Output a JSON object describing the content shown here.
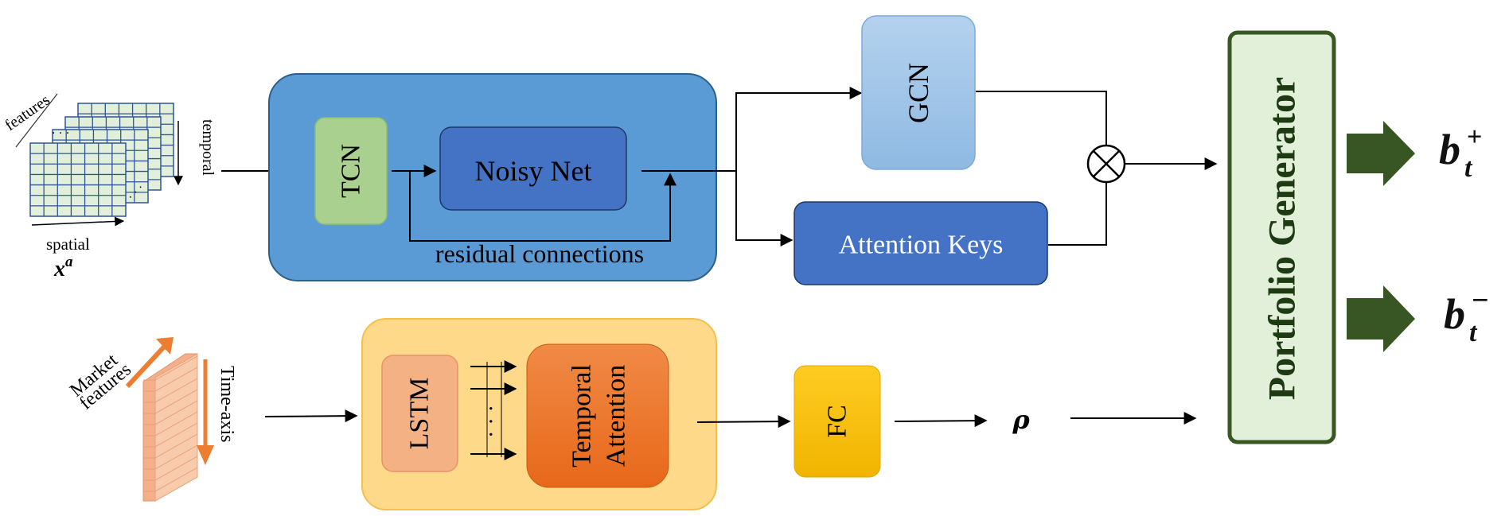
{
  "input_top": {
    "features_label": "features",
    "temporal_label": "temporal",
    "spatial_label": "spatial",
    "symbol_base": "x",
    "symbol_sup": "a"
  },
  "input_bottom": {
    "market_line1": "Market",
    "market_line2": "features",
    "time_axis_label": "Time-axis"
  },
  "tcn_block": {
    "tcn_label": "TCN",
    "noisy_net_label": "Noisy Net",
    "residual_label": "residual connections"
  },
  "gcn_label": "GCN",
  "attention_keys_label": "Attention Keys",
  "lstm_block": {
    "lstm_label": "LSTM",
    "dots_label": "· · ·",
    "temporal_attention_line1": "Temporal",
    "temporal_attention_line2": "Attention"
  },
  "fc_label": "FC",
  "rho_label": "ρ",
  "portfolio_generator_label": "Portfolio Generator",
  "outputs": {
    "b_plus_base": "b",
    "b_plus_sub": "t",
    "b_plus_sup": "+",
    "b_minus_base": "b",
    "b_minus_sub": "t",
    "b_minus_sup": "−"
  },
  "colors": {
    "tcn_outer": "#5b9bd5",
    "tcn_box": "#a9d08e",
    "noisy_net": "#4472c4",
    "gcn": "#9dc3e6",
    "attention_keys": "#4472c4",
    "lstm_outer": "#ffd98a",
    "lstm_box": "#f4b183",
    "temporal_attention": "#ec7a2c",
    "fc": "#ffc000",
    "portfolio_bg": "#e2f0d9",
    "portfolio_border": "#385723",
    "output_arrow": "#375623",
    "grid_fill": "#e2efda",
    "grid_line": "#2f5597",
    "brick_fill": "#f8cbad",
    "market_arrow": "#ed7d31"
  }
}
